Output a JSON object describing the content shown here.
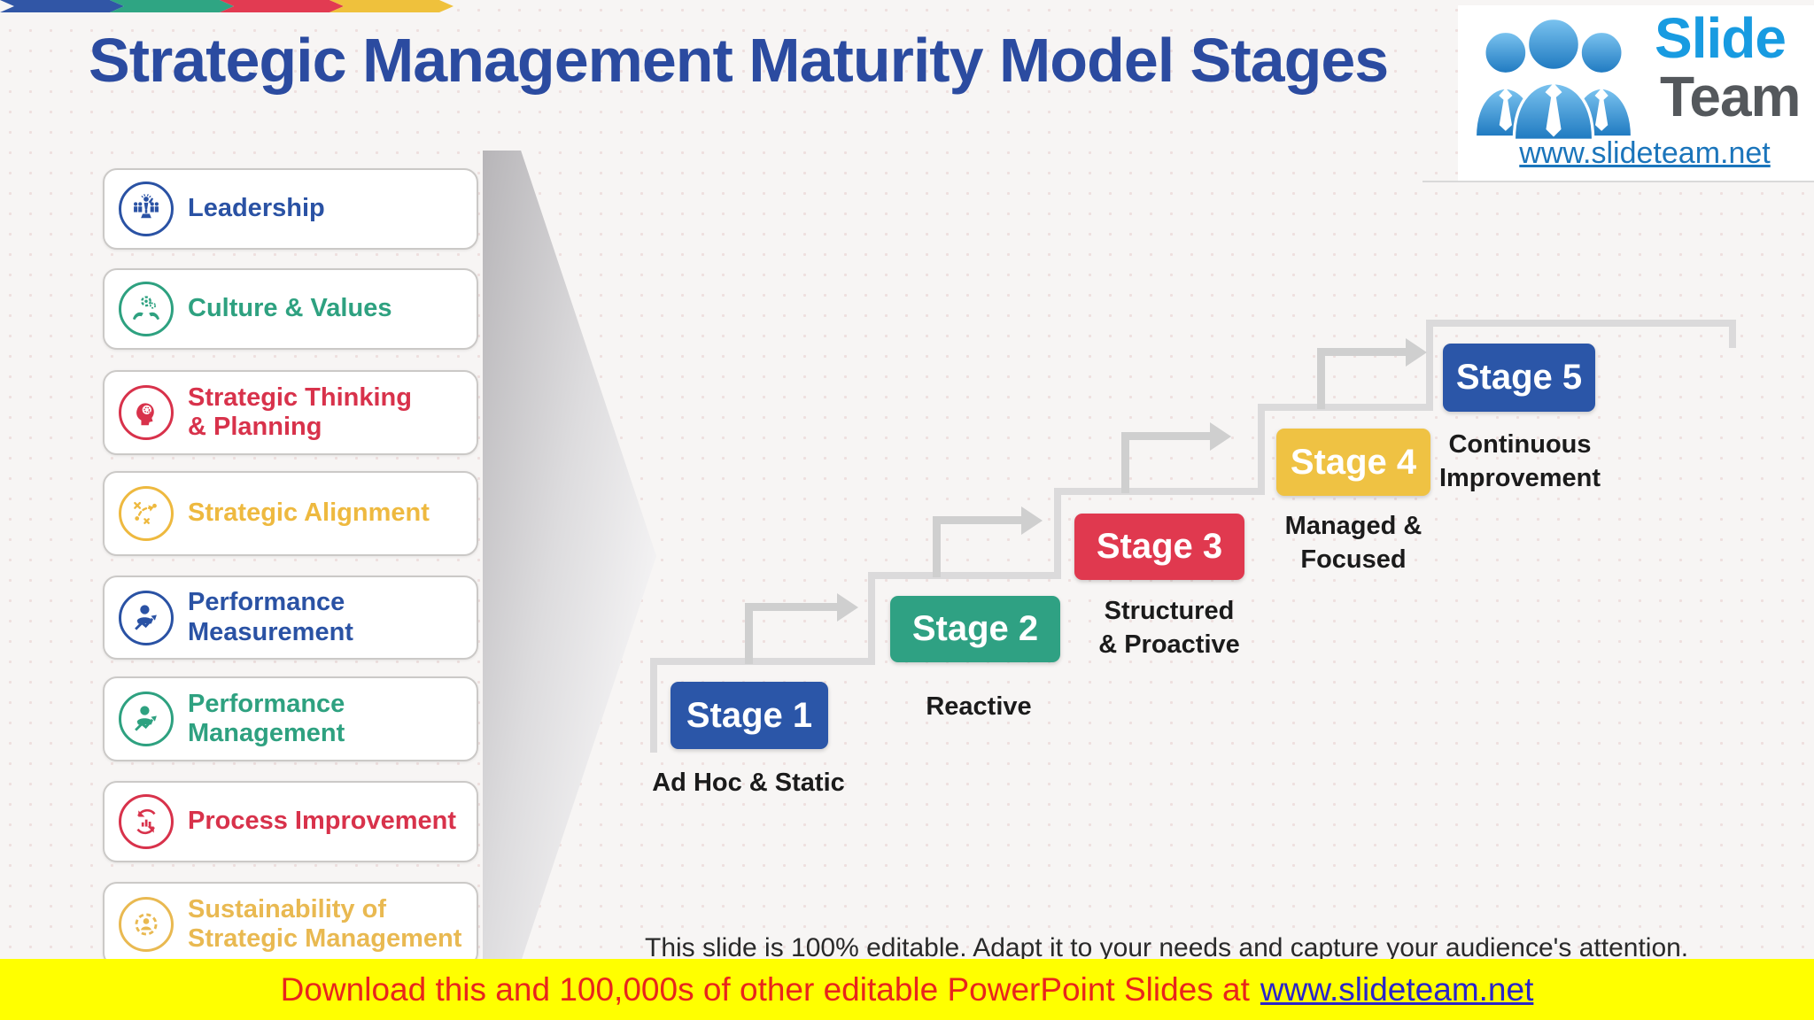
{
  "title": "Strategic Management Maturity Model Stages",
  "top_bar": {
    "colors": [
      "#3156A6",
      "#2FA583",
      "#E23B52",
      "#EFC13C"
    ]
  },
  "logo": {
    "brand_line1": "Slide",
    "brand_line2": "Team",
    "url": "www.slideteam.net"
  },
  "sidebar": {
    "items": [
      {
        "label": "Leadership",
        "color": "#2A52A4",
        "icon": "leadership-icon"
      },
      {
        "label": "Culture & Values",
        "color": "#2EA180",
        "icon": "culture-values-icon"
      },
      {
        "label": "Strategic Thinking\n& Planning",
        "color": "#D8324B",
        "icon": "strategic-thinking-icon"
      },
      {
        "label": "Strategic Alignment",
        "color": "#EEB93F",
        "icon": "strategic-alignment-icon"
      },
      {
        "label": "Performance\nMeasurement",
        "color": "#2A52A4",
        "icon": "performance-measurement-icon"
      },
      {
        "label": "Performance\nManagement",
        "color": "#2EA180",
        "icon": "performance-management-icon"
      },
      {
        "label": "Process Improvement",
        "color": "#D8324B",
        "icon": "process-improvement-icon"
      },
      {
        "label": "Sustainability of\nStrategic Management",
        "color": "#E9B951",
        "icon": "sustainability-icon"
      }
    ]
  },
  "stages": [
    {
      "label": "Stage 1",
      "caption": "Ad Hoc & Static",
      "color": "#2B56A8"
    },
    {
      "label": "Stage 2",
      "caption": "Reactive",
      "color": "#2FA183"
    },
    {
      "label": "Stage 3",
      "caption": "Structured\n& Proactive",
      "color": "#E0394F"
    },
    {
      "label": "Stage 4",
      "caption": "Managed &\nFocused",
      "color": "#EFC243"
    },
    {
      "label": "Stage 5",
      "caption": "Continuous\nImprovement",
      "color": "#2B56A8"
    }
  ],
  "footer": {
    "note": "This slide is 100% editable. Adapt it to your needs and capture your audience's attention.",
    "banner_text": "Download this and 100,000s of other editable PowerPoint Slides at",
    "banner_link": "www.slideteam.net",
    "banner_bg": "#FFFF00",
    "banner_text_color": "#E8251C",
    "banner_link_color": "#2A25C9"
  }
}
